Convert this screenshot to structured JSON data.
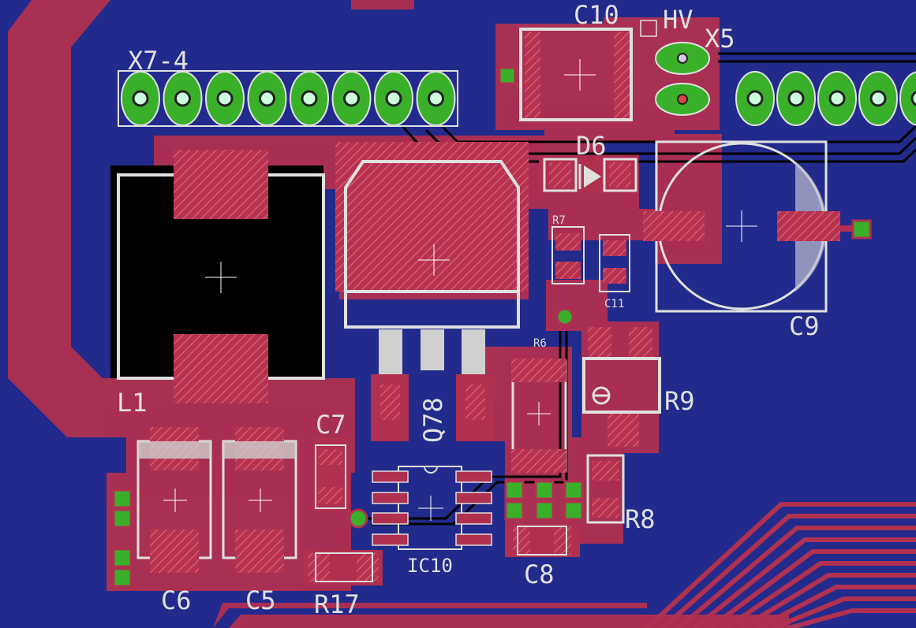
{
  "layers": {
    "background": "#222a8c",
    "copper_top": "#b03050",
    "pad_fill": "#a02a4a",
    "silkscreen": "#e0e0e0",
    "through_hole": "#3ab02a",
    "trace_black": "#000000"
  },
  "labels": {
    "c10": "C10",
    "hv": "HV",
    "x5": "X5",
    "x7_4": "X7-4",
    "d6": "D6",
    "r7": "R7",
    "c11": "C11",
    "c9": "C9",
    "r6": "R6",
    "r9": "R9",
    "l1": "L1",
    "q78": "Q78",
    "c7": "C7",
    "r8": "R8",
    "ic10": "IC10",
    "c8": "C8",
    "c6": "C6",
    "c5": "C5",
    "r17": "R17"
  }
}
